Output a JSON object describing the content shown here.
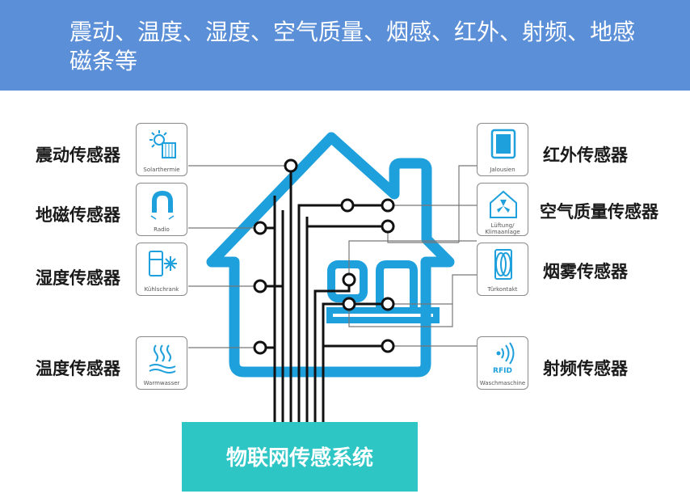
{
  "banner": {
    "text": "震动、温度、湿度、空气质量、烟感、红外、射频、地感磁条等"
  },
  "left_sensors": [
    {
      "label": "震动传感器",
      "card_caption": "Solarthermie",
      "icon": "sun-panel-icon"
    },
    {
      "label": "地磁传感器",
      "card_caption": "Radio",
      "icon": "magnet-icon"
    },
    {
      "label": "湿度传感器",
      "card_caption": "Kühlschrank",
      "icon": "fridge-snowflake-icon"
    },
    {
      "label": "温度传感器",
      "card_caption": "Warmwasser",
      "icon": "heat-waves-icon"
    }
  ],
  "right_sensors": [
    {
      "label": "红外传感器",
      "card_caption": "Jalousien",
      "icon": "window-blinds-icon"
    },
    {
      "label": "空气质量传感器",
      "card_caption": "Lüftung/ Klimaanlage",
      "icon": "fan-icon"
    },
    {
      "label": "烟雾传感器",
      "card_caption": "Türkontakt",
      "icon": "door-contact-icon"
    },
    {
      "label": "射频传感器",
      "card_caption": "Waschmaschine",
      "card_badge": "RFID",
      "icon": "rfid-icon"
    }
  ],
  "footer": {
    "text": "物联网传感系统"
  },
  "colors": {
    "banner": "#5b8fd8",
    "house": "#1ea0dc",
    "footer": "#2ec5c5",
    "wire": "#111111"
  }
}
